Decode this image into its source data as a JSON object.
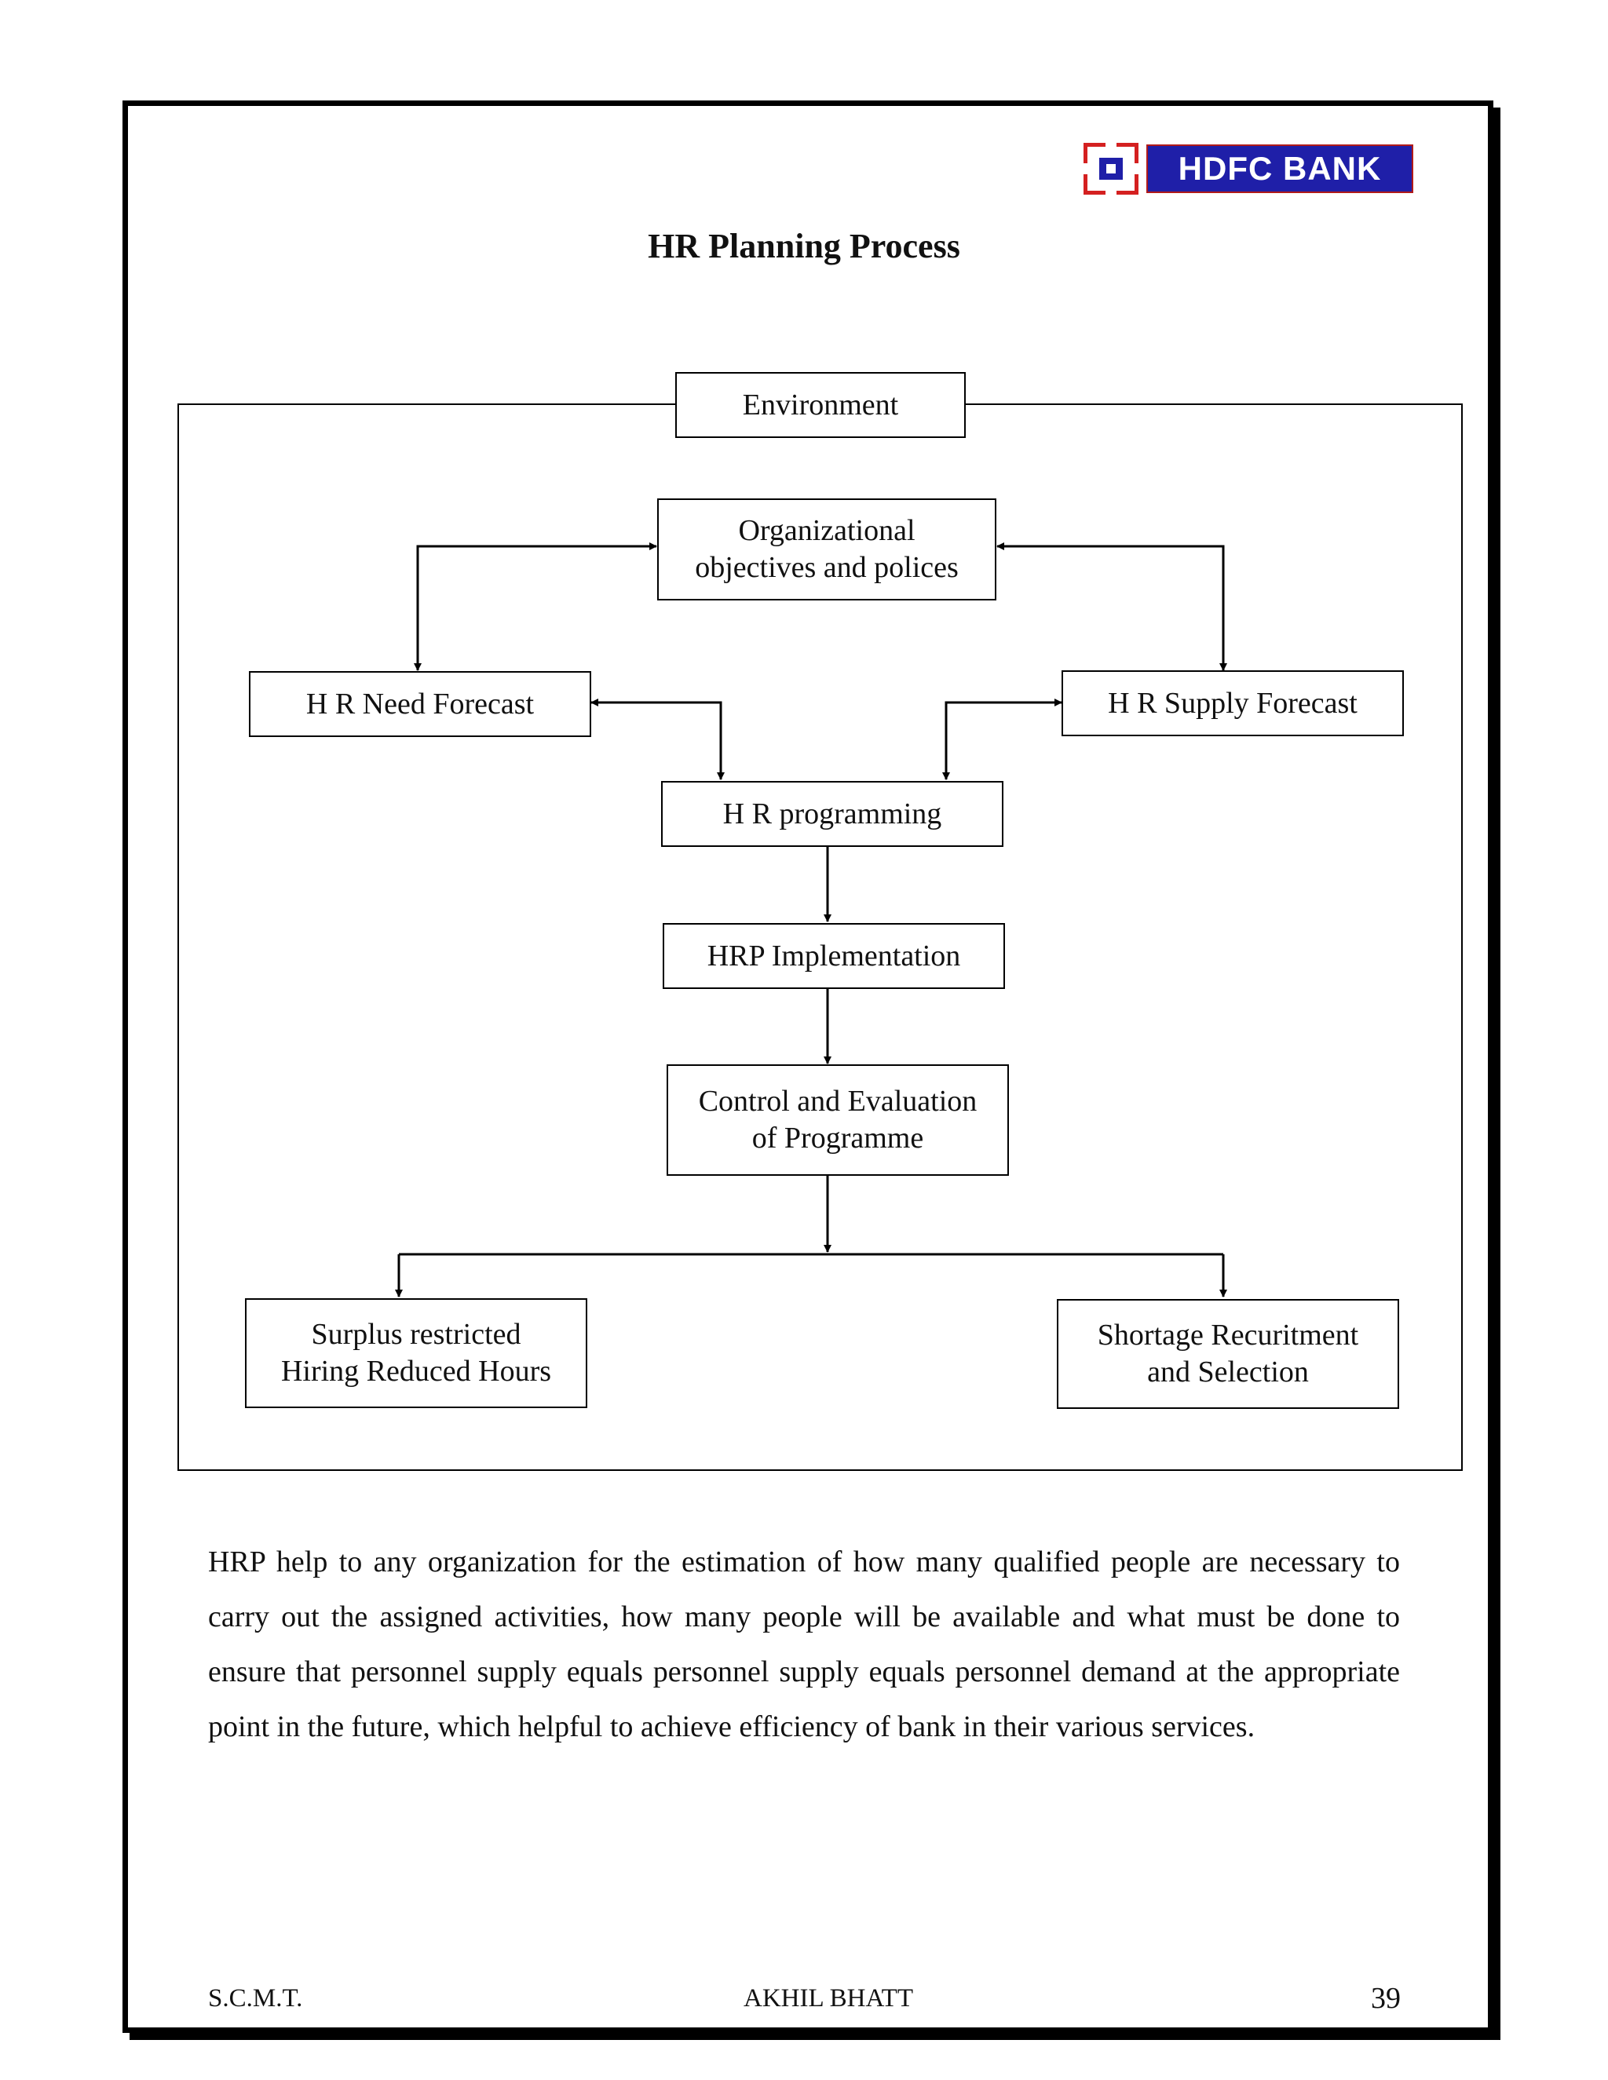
{
  "logo": {
    "text": "HDFC BANK",
    "colors": {
      "blue": "#1f1fa8",
      "red": "#d42020"
    }
  },
  "title": "HR Planning Process",
  "diagram": {
    "environment": "Environment",
    "org_objectives": [
      "Organizational",
      "objectives and polices"
    ],
    "need_forecast": "H R Need Forecast",
    "supply_forecast": "H R Supply Forecast",
    "programming": "H R programming",
    "implementation": "HRP Implementation",
    "control": [
      "Control and Evaluation",
      "of Programme"
    ],
    "surplus": [
      "Surplus restricted",
      "Hiring Reduced Hours"
    ],
    "shortage": [
      "Shortage Recuritment",
      "and Selection"
    ]
  },
  "body_text": "HRP help to any organization for the estimation of how many qualified people are necessary to carry out the assigned activities, how many people will be available and what must be done to ensure that personnel supply equals personnel supply equals personnel demand at the appropriate point in the future, which helpful to achieve efficiency of bank in their various services.",
  "footer": {
    "left": "S.C.M.T.",
    "center": "AKHIL BHATT",
    "page": "39"
  }
}
